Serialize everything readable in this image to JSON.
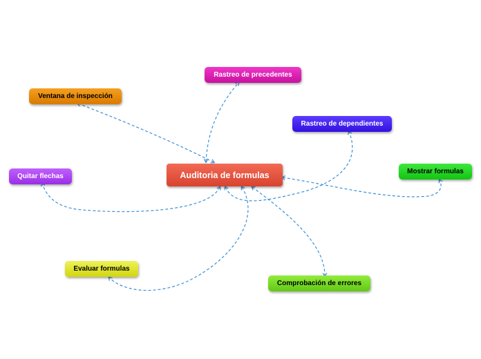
{
  "central": {
    "label": "Auditoria de formulas",
    "color_top": "#f26a55",
    "color_bottom": "#d8432f",
    "text_color": "#ffffff"
  },
  "topics": [
    {
      "id": "ventana",
      "label": "Ventana de inspección",
      "color_top": "#f5a020",
      "color_bottom": "#d97a00",
      "text_color": "#000000"
    },
    {
      "id": "precedentes",
      "label": "Rastreo de precedentes",
      "color_top": "#f035c8",
      "color_bottom": "#c8129e",
      "text_color": "#ffffff"
    },
    {
      "id": "dependientes",
      "label": "Rastreo de dependientes",
      "color_top": "#5a3cff",
      "color_bottom": "#3410e0",
      "text_color": "#ffffff"
    },
    {
      "id": "quitar",
      "label": "Quitar flechas",
      "color_top": "#c060ff",
      "color_bottom": "#9a2ee6",
      "text_color": "#ffffff"
    },
    {
      "id": "mostrar",
      "label": "Mostrar formulas",
      "color_top": "#3ee83e",
      "color_bottom": "#12c412",
      "text_color": "#000000"
    },
    {
      "id": "evaluar",
      "label": "Evaluar formulas",
      "color_top": "#eef25a",
      "color_bottom": "#d2d60e",
      "text_color": "#000000"
    },
    {
      "id": "comprobacion",
      "label": "Comprobación de errores",
      "color_top": "#92ec3c",
      "color_bottom": "#62c814",
      "text_color": "#000000"
    }
  ],
  "connector_color": "#3a8fd6"
}
